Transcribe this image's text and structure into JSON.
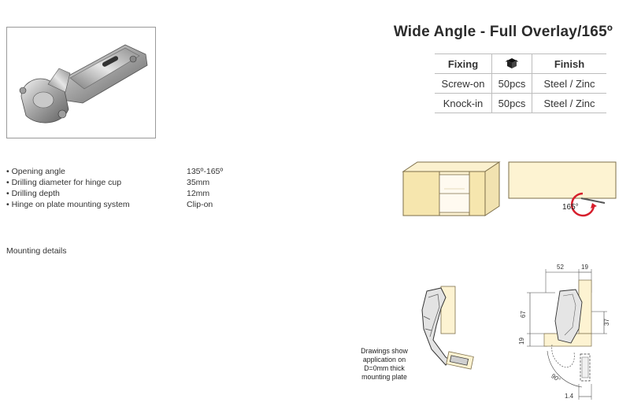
{
  "header": {
    "title": "Wide Angle - Full Overlay/165º"
  },
  "table": {
    "headers": {
      "fixing": "Fixing",
      "quantity_icon": "box-icon",
      "finish": "Finish"
    },
    "rows": [
      {
        "fixing": "Screw-on",
        "qty": "50pcs",
        "finish": "Steel / Zinc"
      },
      {
        "fixing": "Knock-in",
        "qty": "50pcs",
        "finish": "Steel / Zinc"
      }
    ]
  },
  "specs": [
    {
      "label": "Opening angle",
      "value": "135º-165º"
    },
    {
      "label": "Drilling diameter for hinge cup",
      "value": "35mm"
    },
    {
      "label": "Drilling depth",
      "value": "12mm"
    },
    {
      "label": "Hinge on plate mounting system",
      "value": "Clip-on"
    }
  ],
  "mounting": {
    "title": "Mounting details",
    "note": [
      "Drawings show",
      "application on",
      "D=0mm thick",
      "mounting plate"
    ]
  },
  "diagram": {
    "angle_label": "165°",
    "dims": {
      "d52": "52",
      "d19_top": "19",
      "d67": "67",
      "d37": "37",
      "d19_side": "19",
      "d90": "90°",
      "d14": "1.4"
    }
  },
  "colors": {
    "panel": "#fdf3d2",
    "edge": "#7d6f4a",
    "angle": "#d61e2c"
  }
}
